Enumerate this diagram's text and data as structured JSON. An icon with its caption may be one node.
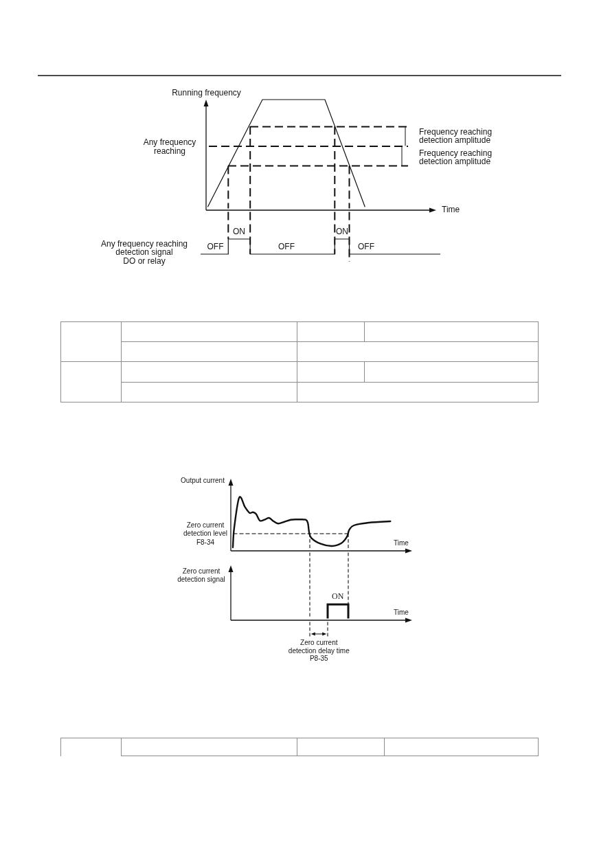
{
  "diagram": {
    "labels": [
      "Running frequency",
      "Frequency reaching detection amplitude",
      "Any frequency reaching",
      "Frequency reaching detection amplitude",
      "Time",
      "ON",
      "ON",
      "Any frequency reaching detection signal DO or relay",
      "OFF",
      "OFF",
      "OFF",
      "Output current",
      "Zero current detection level F8-34",
      "Time",
      "Zero current detection signal",
      "ON",
      "Time",
      "Zero current detection delay time P8-35"
    ]
  }
}
